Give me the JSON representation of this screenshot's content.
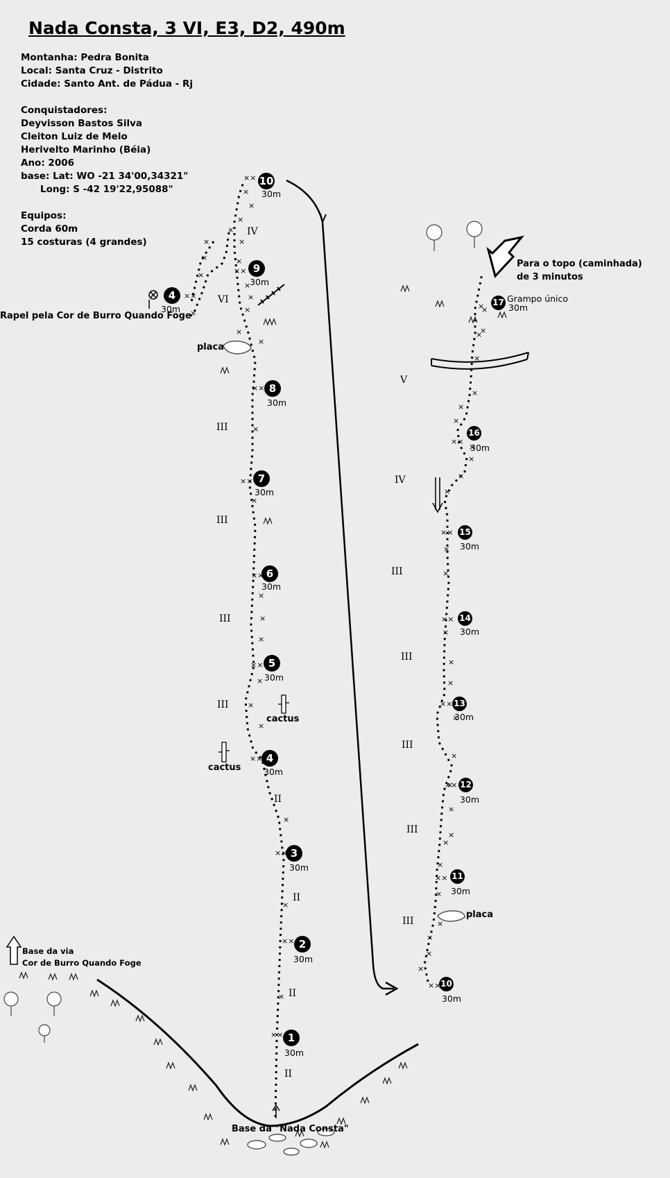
{
  "title": "Nada Consta, 3  VI, E3, D2, 490m",
  "info": {
    "montanha": "Montanha: Pedra Bonita",
    "local": "Local: Santa Cruz - Distrito",
    "cidade": "Cidade: Santo Ant. de Pádua - Rj",
    "conquistadores_label": "Conquistadores:",
    "conquistador_1": "Deyvisson Bastos Silva",
    "conquistador_2": "Cleiton Luiz de Melo",
    "conquistador_3": "Herivelto Marinho (Béia)",
    "ano": "Ano: 2006",
    "lat": "base: Lat: WO -21 34'00,34321\"",
    "long": "Long: S     -42 19'22,95088\"",
    "equipos_label": "Equipos:",
    "corda": "Corda 60m",
    "costuras": "15 costuras (4 grandes)"
  },
  "stations": [
    {
      "n": "1",
      "len": "30m"
    },
    {
      "n": "2",
      "len": "30m"
    },
    {
      "n": "3",
      "len": "30m"
    },
    {
      "n": "4",
      "len": "30m"
    },
    {
      "n": "5",
      "len": "30m"
    },
    {
      "n": "6",
      "len": "30m"
    },
    {
      "n": "7",
      "len": "30m"
    },
    {
      "n": "8",
      "len": "30m"
    },
    {
      "n": "9",
      "len": "30m"
    },
    {
      "n": "10",
      "len": "30m"
    },
    {
      "n": "4",
      "len": "30m"
    },
    {
      "n": "10",
      "len": "30m"
    },
    {
      "n": "11",
      "len": "30m"
    },
    {
      "n": "12",
      "len": "30m"
    },
    {
      "n": "13",
      "len": "30m"
    },
    {
      "n": "14",
      "len": "30m"
    },
    {
      "n": "15",
      "len": "30m"
    },
    {
      "n": "16",
      "len": "30m"
    },
    {
      "n": "17",
      "len": "30m"
    }
  ],
  "grades_left": [
    "II",
    "II",
    "II",
    "II",
    "III",
    "III",
    "III",
    "III",
    "IV",
    "VI"
  ],
  "grades_right": [
    "III",
    "III",
    "III",
    "III",
    "III",
    "IV",
    "V"
  ],
  "labels": {
    "rapel": "Rapel pela Cor de Burro Quando Foge",
    "placa_left": "placa",
    "cactus_1": "cactus",
    "cactus_2": "cactus",
    "base_via_1": "Base da via",
    "base_via_2": "Cor de Burro Quando Foge",
    "base_nada": "Base da \"Nada Consta\"",
    "topo_1": "Para o topo (caminhada)",
    "topo_2": "de 3 minutos",
    "grampo": "Grampo único",
    "placa_right": "placa"
  }
}
